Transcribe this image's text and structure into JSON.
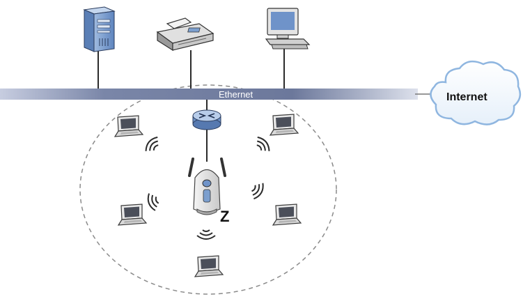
{
  "labels": {
    "ethernet": "Ethernet",
    "internet": "Internet",
    "access_point": "Z"
  },
  "nodes": {
    "server": {
      "icon": "server-icon"
    },
    "fax": {
      "icon": "fax-icon"
    },
    "desktop": {
      "icon": "desktop-computer-icon"
    },
    "router": {
      "icon": "router-icon"
    },
    "access_point": {
      "icon": "access-point-icon"
    },
    "cloud": {
      "icon": "internet-cloud-icon"
    },
    "laptops": [
      {
        "icon": "laptop-icon"
      },
      {
        "icon": "laptop-icon"
      },
      {
        "icon": "laptop-icon"
      },
      {
        "icon": "laptop-icon"
      },
      {
        "icon": "laptop-icon"
      }
    ]
  },
  "colors": {
    "ethernet_bar": "#6f7b9e",
    "device_blue": "#7c9fce",
    "cloud_stroke": "#8fb6e0",
    "wireless_circle": "#8a8a8a"
  }
}
